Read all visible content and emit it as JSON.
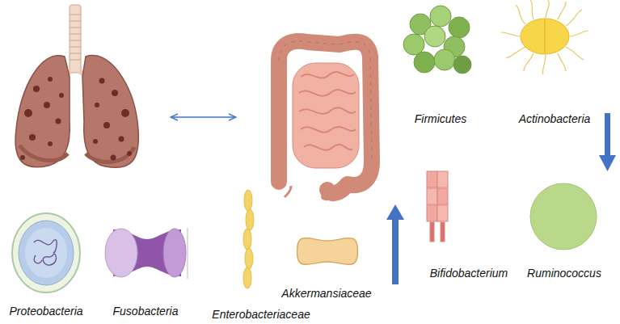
{
  "diagram": {
    "labels": [
      "Firmicutes",
      "Actinobacteria",
      "Bifidobacterium",
      "Ruminococcus",
      "Proteobacteria",
      "Fusobacteria",
      "Akkermansiaceae",
      "Enterobacteriaceae"
    ]
  }
}
